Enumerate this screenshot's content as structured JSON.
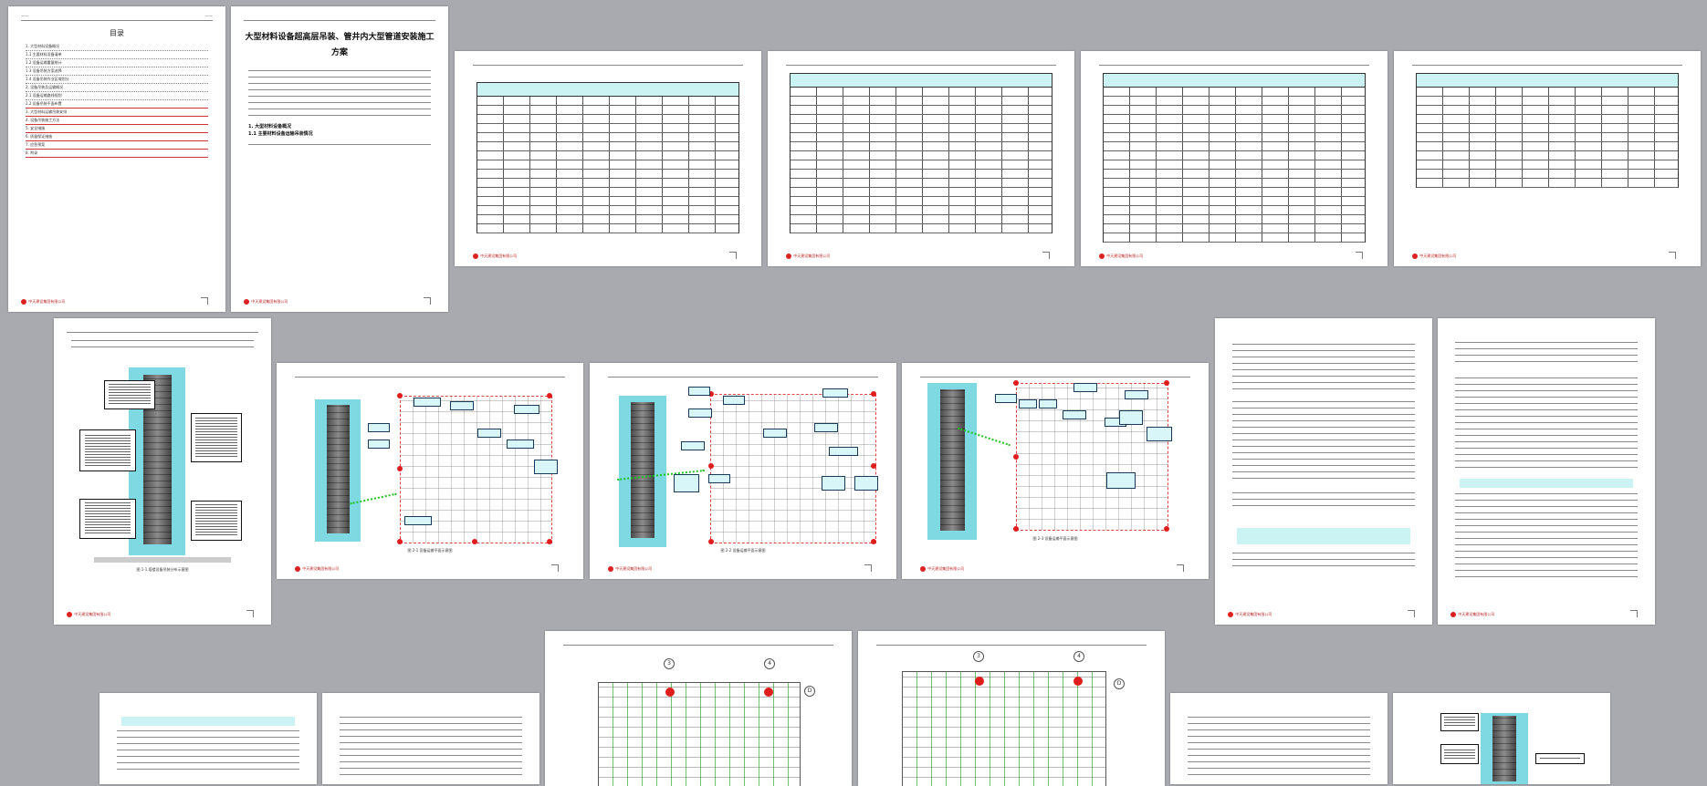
{
  "toc": {
    "title": "目录",
    "lines": [
      "1. 大型材料设备概况",
      "1.1 主要材料设备清单",
      "1.2 设备运输重量统计",
      "1.3 设备吊装方案选择",
      "1.4 设备吊装作业区域划分",
      "2. 设备吊装及运输概况",
      "2.1 设备运输路线规划",
      "2.2 设备吊装平面布置",
      "3. 大型材料运输吊装安排",
      "4. 设备吊装施工方法",
      "5. 安全措施",
      "6. 质量保证措施",
      "7. 应急预案",
      "8. 附录"
    ]
  },
  "doc": {
    "title": "大型材料设备超高层吊装、管井内大型管道安装施工方案",
    "section": "1. 大型材料设备概况",
    "subsection": "1.1 主要材料设备运输吊装情况"
  },
  "footer": {
    "logo": "中天建设集团有限公司"
  },
  "figures": {
    "tower_caption": "图 1-1  塔楼设备吊装分布示意图",
    "plan_caption_a": "图 2-1  设备运输平面示意图",
    "plan_caption_b": "图 2-2  设备运输平面示意图",
    "plan_caption_c": "图 2-3  设备运输平面示意图"
  },
  "grid_labels": [
    "3",
    "4",
    "D"
  ],
  "colors": {
    "cyan": "#7fd9e3",
    "red": "#e01d1d",
    "green": "#1ec41e",
    "bg": "#a9aab0"
  }
}
